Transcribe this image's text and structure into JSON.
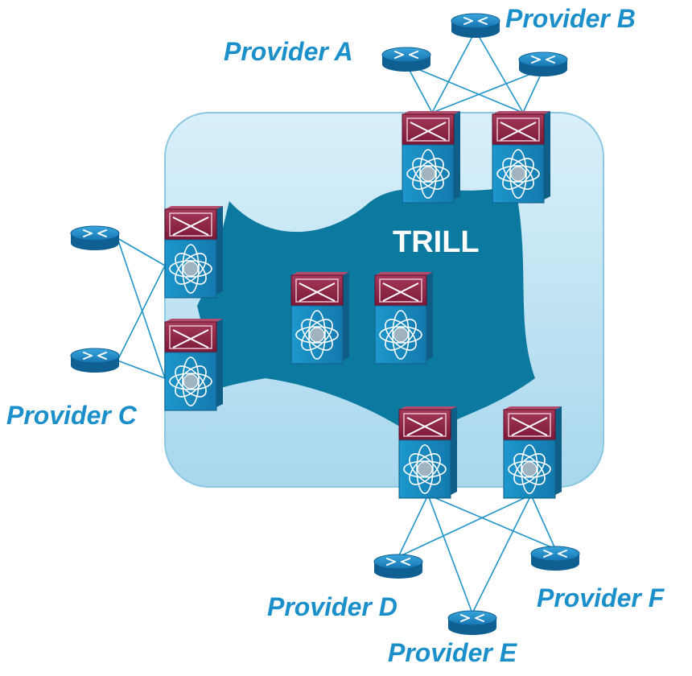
{
  "diagram": {
    "center_label": "TRILL",
    "providers": [
      {
        "id": "A",
        "label": "Provider A"
      },
      {
        "id": "B",
        "label": "Provider B"
      },
      {
        "id": "C",
        "label": "Provider C"
      },
      {
        "id": "D",
        "label": "Provider D"
      },
      {
        "id": "E",
        "label": "Provider E"
      },
      {
        "id": "F",
        "label": "Provider F"
      }
    ],
    "colors": {
      "cloud_fill": "#bfe3f2",
      "trill_fill": "#0c7aa0",
      "router_fill": "#1578b8",
      "switch_top": "#8a1f3f",
      "switch_body": "#1a8fc3",
      "link": "#1f95c9",
      "label_text": "#1b8fc9"
    },
    "icons": {
      "router": "router-icon",
      "switch": "nexus-switch-icon"
    }
  }
}
